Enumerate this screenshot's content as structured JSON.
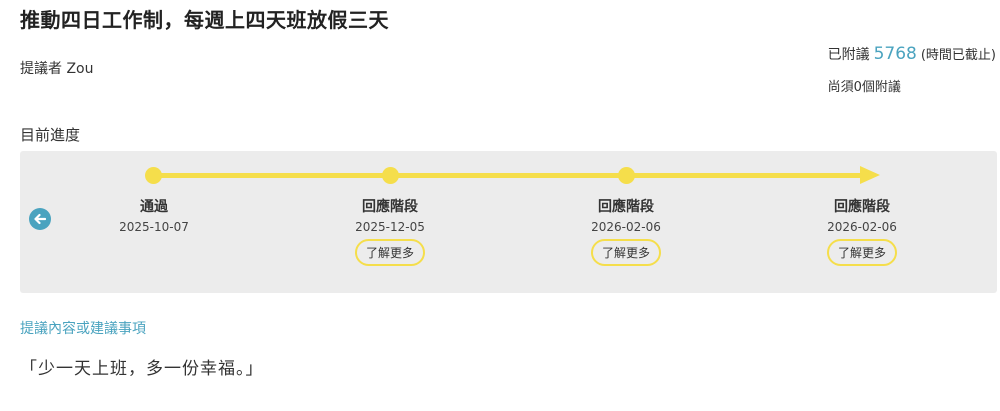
{
  "proposal": {
    "title": "推動四日工作制，每週上四天班放假三天",
    "proposer": "提議者 Zou"
  },
  "stats": {
    "label": "已附議",
    "count": "5768",
    "status": "(時間已截止)",
    "remaining": "尚須0個附議"
  },
  "progress": {
    "label": "目前進度",
    "stages": [
      {
        "name": "通過",
        "date": "2025-10-07"
      },
      {
        "name": "回應階段",
        "date": "2025-12-05",
        "more_label": "了解更多"
      },
      {
        "name": "回應階段",
        "date": "2026-02-06",
        "more_label": "了解更多"
      },
      {
        "name": "回應階段",
        "date": "2026-02-06",
        "more_label": "了解更多"
      }
    ],
    "colors": {
      "track": "#f5de4b",
      "background": "#ececec",
      "nav": "#4aa3bf"
    },
    "prev_icon": "arrow-left-circle-icon"
  },
  "section": {
    "title": "提議內容或建議事項",
    "content": "「少一天上班，多一份幸福。」"
  },
  "colors": {
    "accent": "#4aa3bf"
  }
}
